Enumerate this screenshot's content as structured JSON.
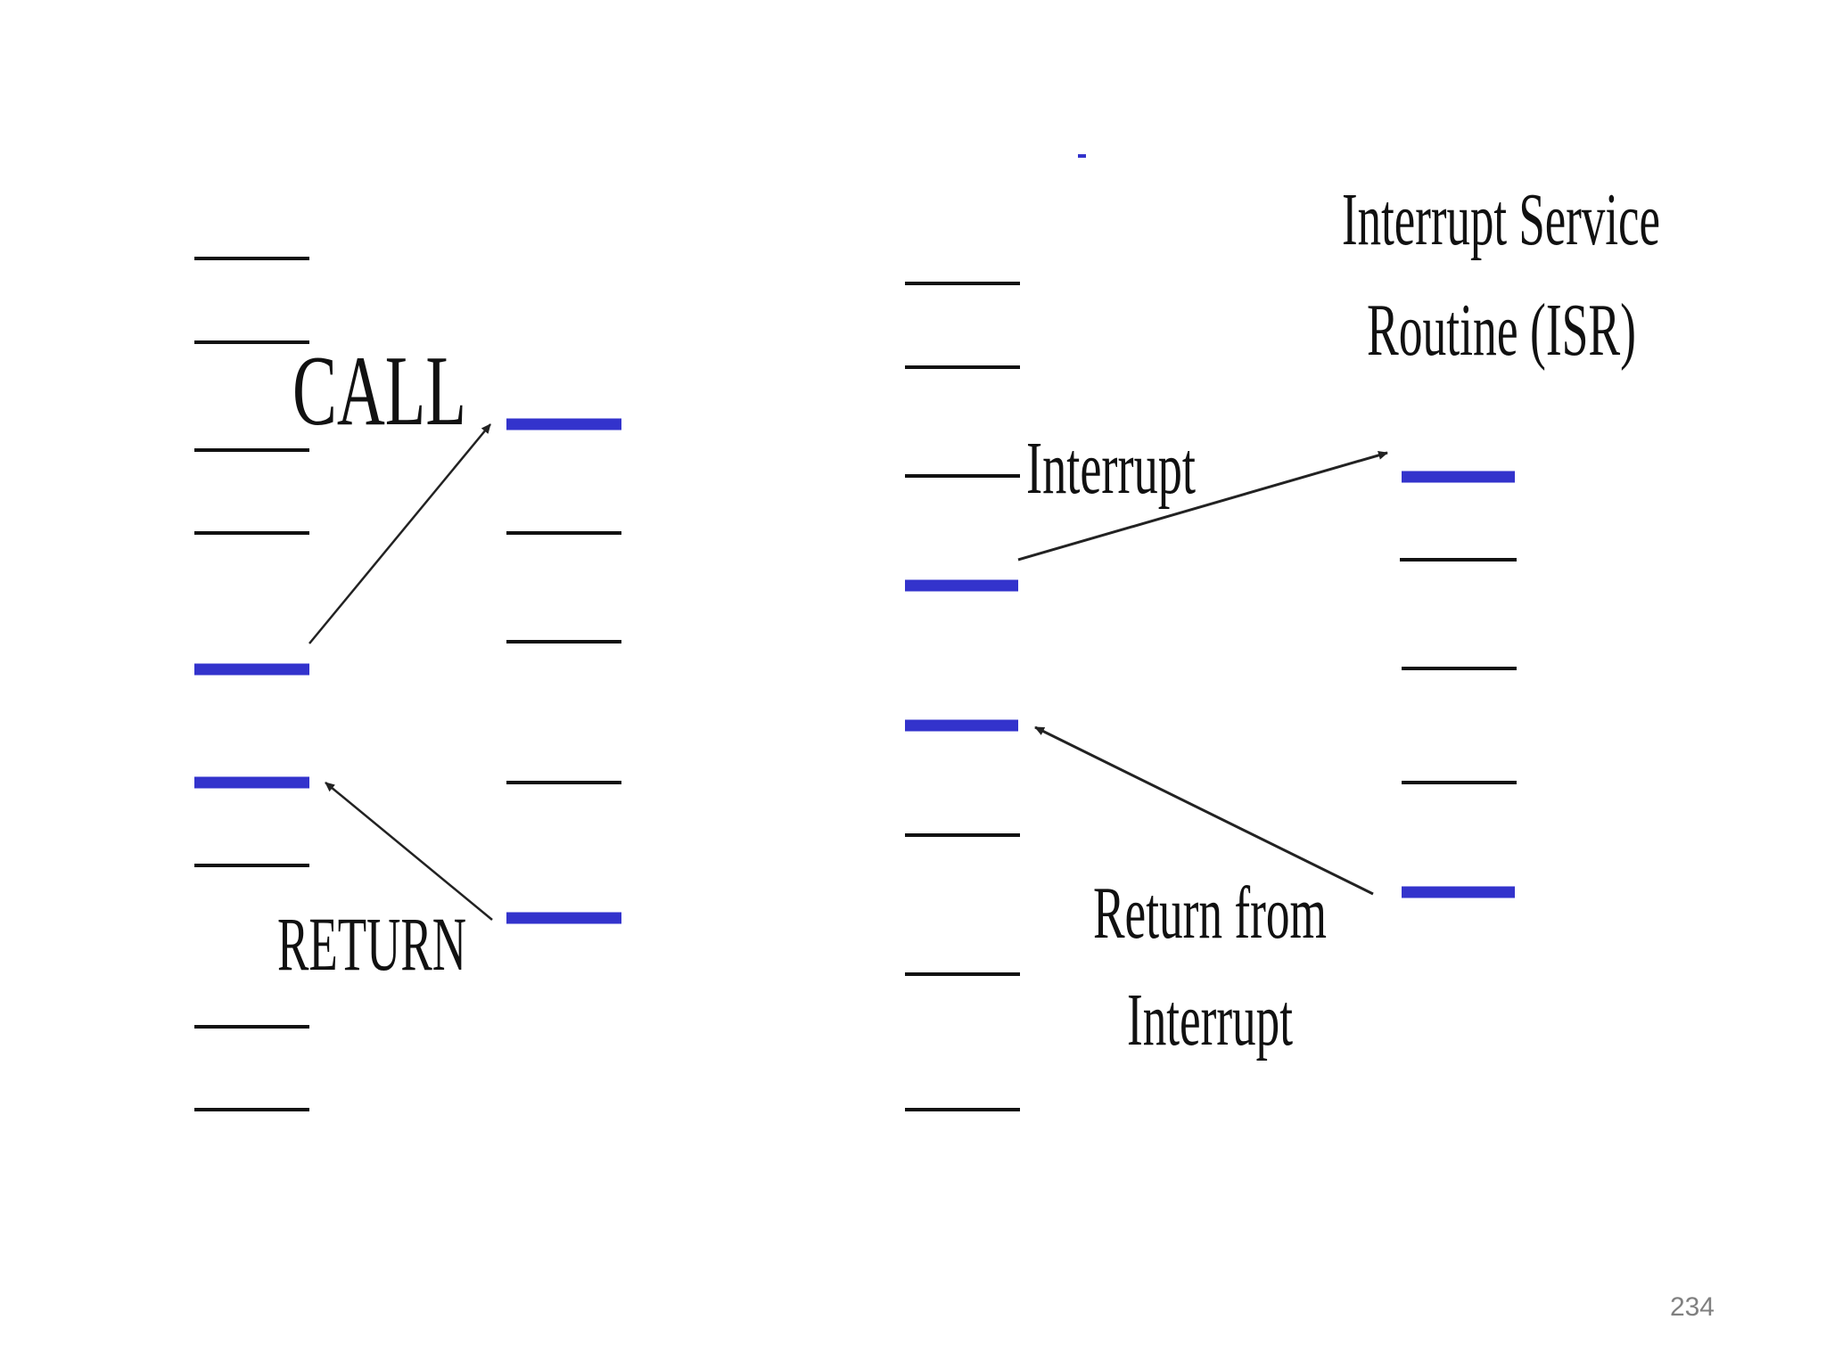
{
  "slide": {
    "page_number": "234"
  },
  "left_diagram": {
    "call_label": "CALL",
    "return_label": "RETURN"
  },
  "right_diagram": {
    "isr_label_line1": "Interrupt Service",
    "isr_label_line2": "Routine (ISR)",
    "interrupt_label": "Interrupt",
    "return_label_line1": "Return from",
    "return_label_line2": "Interrupt"
  },
  "colors": {
    "instruction": "#111111",
    "highlight": "#3333cc",
    "arrow": "#222222"
  }
}
